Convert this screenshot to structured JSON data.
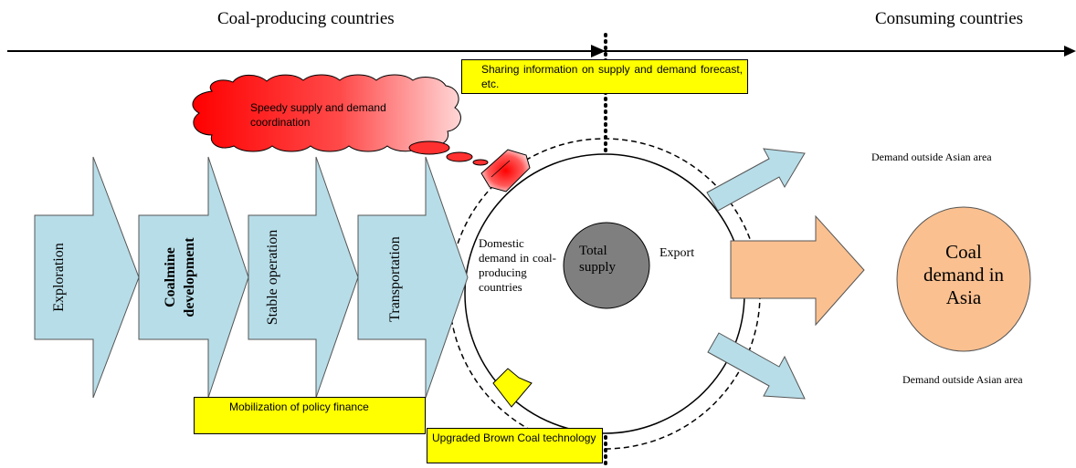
{
  "header": {
    "producing": "Coal-producing countries",
    "consuming": "Consuming countries"
  },
  "stages": [
    {
      "label": "Exploration"
    },
    {
      "label": "Coalmine development"
    },
    {
      "label": "Stable operation"
    },
    {
      "label": "Transportation"
    }
  ],
  "circle": {
    "domestic": "Domestic demand in coal-producing countries",
    "total_supply": "Total supply",
    "export": "Export"
  },
  "demand": {
    "asia": "Coal demand in Asia",
    "outside_top": "Demand outside Asian area",
    "outside_bottom": "Demand outside Asian area"
  },
  "notes": {
    "sharing": "Sharing information on supply and demand forecast, etc.",
    "speedy": "Speedy supply and demand coordination",
    "policy_finance": "Mobilization of policy finance",
    "brown_coal": "Upgraded Brown Coal technology"
  },
  "colors": {
    "stage_fill": "#b7dde8",
    "note_fill": "#ffff00",
    "export_arrow": "#fac090",
    "asia_circle": "#fac090",
    "total_supply": "#7f7f7f",
    "cloud": "#ff0000"
  }
}
